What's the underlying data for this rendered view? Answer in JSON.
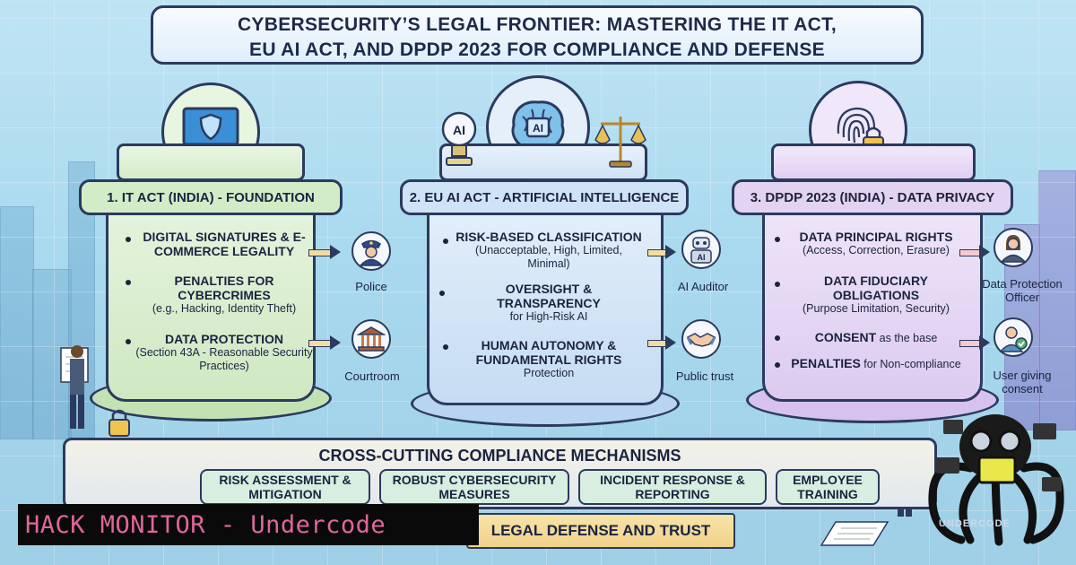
{
  "title": {
    "line1": "CYBERSECURITY’S LEGAL FRONTIER: MASTERING THE IT ACT,",
    "line2": "EU AI ACT, AND DPDP 2023 FOR COMPLIANCE AND DEFENSE"
  },
  "pillars": [
    {
      "heading": "1. IT ACT (INDIA) - FOUNDATION",
      "icon": "shield-monitor-icon",
      "items": [
        {
          "bold": "DIGITAL SIGNATURES & E-COMMERCE LEGALITY",
          "detail": ""
        },
        {
          "bold": "PENALTIES FOR CYBERCRIMES",
          "detail": "(e.g., Hacking, Identity Theft)"
        },
        {
          "bold": "DATA PROTECTION",
          "detail": "(Section 43A - Reasonable Security Practices)"
        }
      ],
      "side": [
        {
          "label": "Police",
          "icon": "police-icon"
        },
        {
          "label": "Courtroom",
          "icon": "courthouse-icon"
        }
      ]
    },
    {
      "heading": "2. EU AI ACT - ARTIFICIAL INTELLIGENCE",
      "icon": "ai-brain-icon",
      "icon_text": "AI",
      "items": [
        {
          "bold": "RISK-BASED CLASSIFICATION",
          "detail": "(Unacceptable, High, Limited, Minimal)"
        },
        {
          "bold": "OVERSIGHT & TRANSPARENCY",
          "detail": "for High-Risk AI"
        },
        {
          "bold": "HUMAN AUTONOMY & FUNDAMENTAL RIGHTS",
          "detail": "Protection"
        }
      ],
      "side": [
        {
          "label": "AI Auditor",
          "icon": "ai-robot-icon",
          "icon_text": "AI"
        },
        {
          "label": "Public trust",
          "icon": "handshake-icon"
        }
      ]
    },
    {
      "heading": "3. DPDP 2023 (INDIA) - DATA PRIVACY",
      "icon": "fingerprint-lock-icon",
      "items": [
        {
          "bold": "DATA PRINCIPAL RIGHTS",
          "detail": "(Access, Correction, Erasure)"
        },
        {
          "bold": "DATA FIDUCIARY OBLIGATIONS",
          "detail": "(Purpose Limitation, Security)"
        },
        {
          "bold": "CONSENT",
          "detail": " as the base"
        },
        {
          "bold": "PENALTIES",
          "detail": " for Non-compliance"
        }
      ],
      "side": [
        {
          "label": "Data Protection Officer",
          "icon": "officer-icon"
        },
        {
          "label": "User giving consent",
          "icon": "user-consent-icon"
        }
      ]
    }
  ],
  "mechanisms": {
    "title": "CROSS-CUTTING COMPLIANCE MECHANISMS",
    "items": [
      "RISK ASSESSMENT & MITIGATION",
      "ROBUST CYBERSECURITY MEASURES",
      "INCIDENT RESPONSE & REPORTING",
      "EMPLOYEE TRAINING"
    ]
  },
  "footer_banner": "LEGAL DEFENSE AND TRUST",
  "watermark": "HACK MONITOR - Undercode",
  "logo_text": "UNDERCODE",
  "colors": {
    "pillar1": "#d3ecc8",
    "pillar2": "#cfe3f6",
    "pillar3": "#e2d3f1",
    "watermark_text": "#e0669a",
    "frame": "#2b3a5e"
  }
}
